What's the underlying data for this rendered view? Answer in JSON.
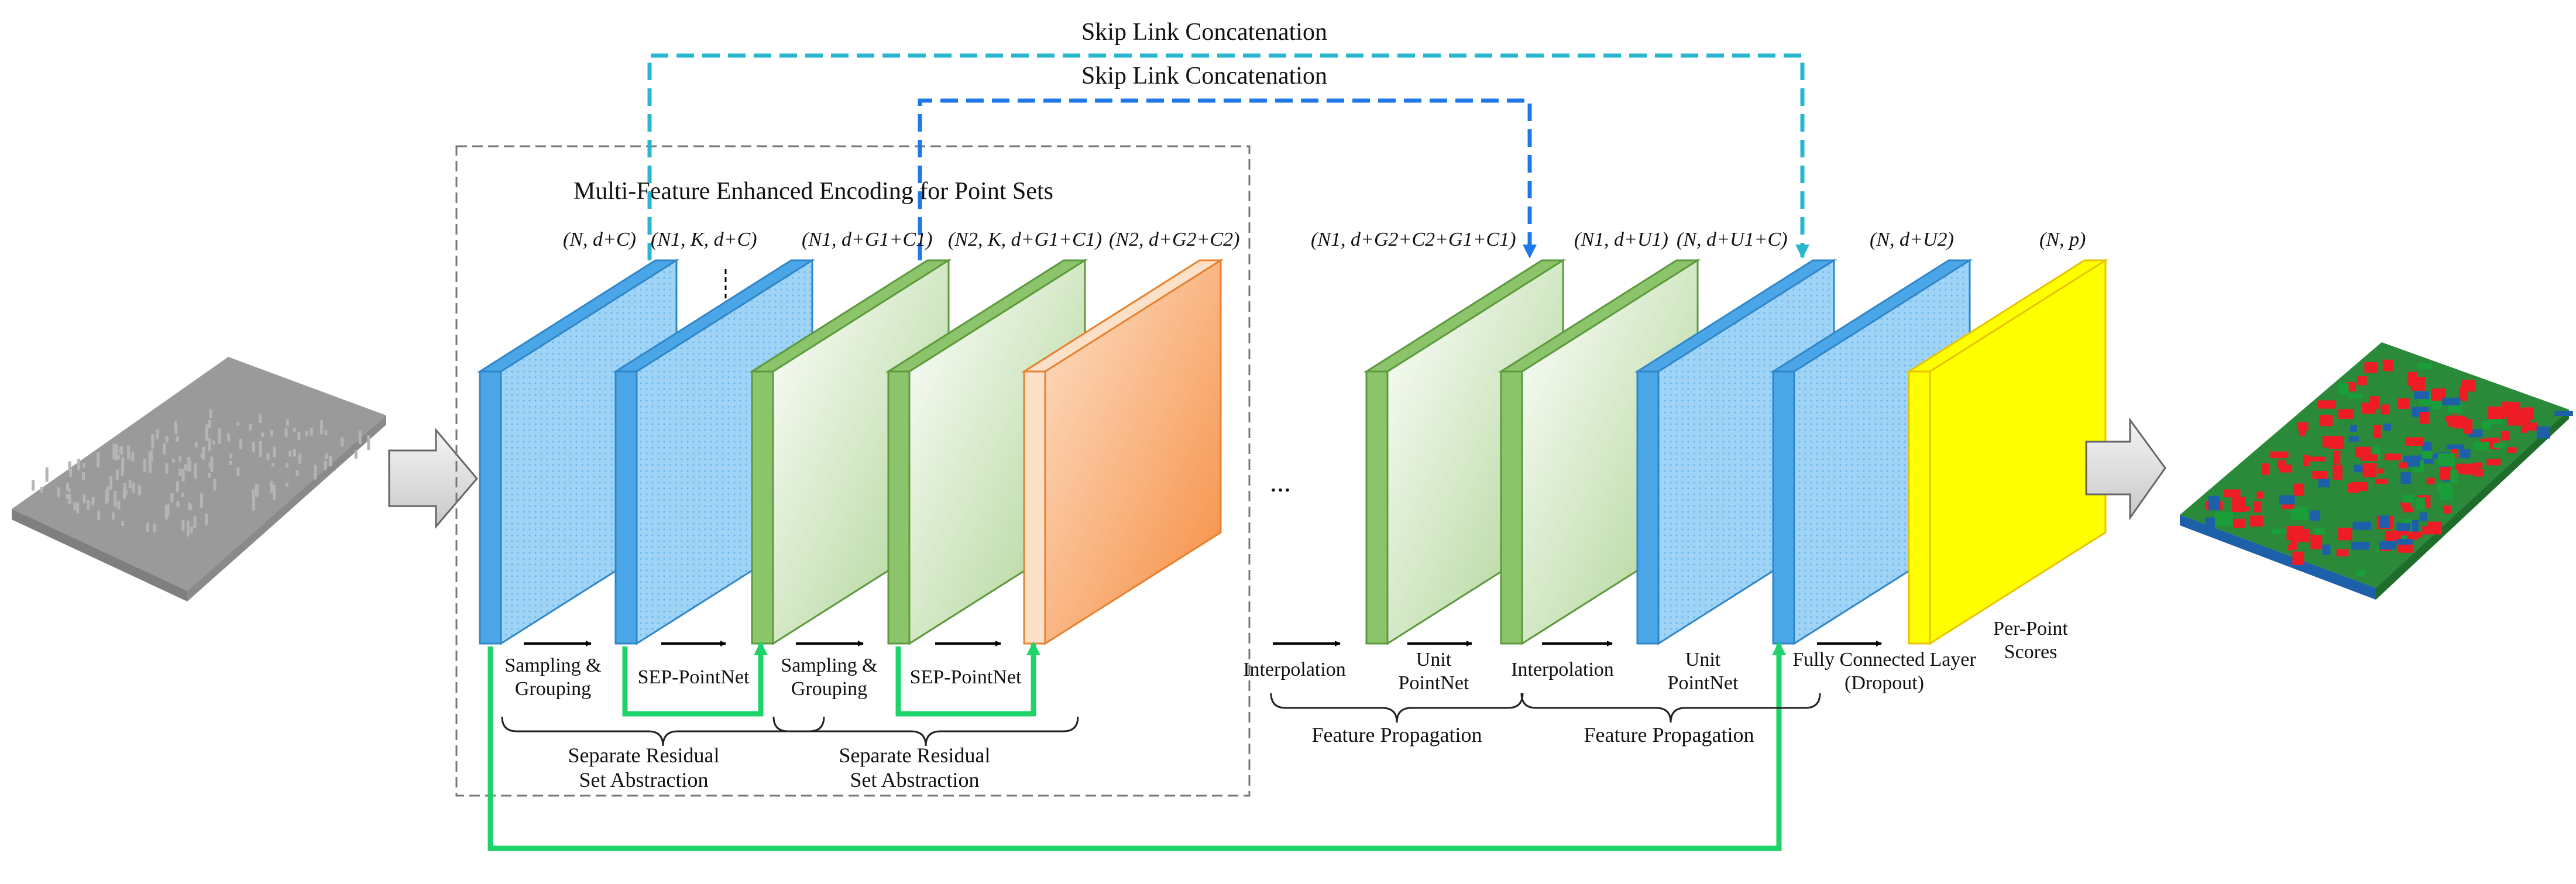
{
  "colors": {
    "blue_face": "#9fd4f7",
    "blue_side": "#4aa6e6",
    "green_face": "#cfe6b8",
    "purple_face": "#ece2f4",
    "orange_face": "#fbb27c",
    "yellow_face": "#ffea80",
    "output_yellow": "#ffff00",
    "skip_outer": "#29b7cf",
    "skip_inner": "#1e78e8",
    "residual": "#1fd36b"
  },
  "icons": [
    "input-point-cloud",
    "arrow-right-icon",
    "segmented-point-cloud"
  ],
  "skip": {
    "outer_label": "Skip Link Concatenation",
    "inner_label": "Skip Link Concatenation"
  },
  "encoder": {
    "title": "Multi-Feature Enhanced Encoding for Point Sets",
    "groups": [
      "Separate Residual\nSet Abstraction",
      "Separate Residual\nSet Abstraction"
    ]
  },
  "dims": [
    {
      "id": "d1",
      "text": "(N, d+C)"
    },
    {
      "id": "d2",
      "text": "(N1, K, d+C)"
    },
    {
      "id": "d3",
      "text": "(N1, d+G1+C1)"
    },
    {
      "id": "d4",
      "text": "(N2, K, d+G1+C1)"
    },
    {
      "id": "d5",
      "text": "(N2, d+G2+C2)"
    },
    {
      "id": "d6",
      "text": "(N1, d+G2+C2+G1+C1)"
    },
    {
      "id": "d7",
      "text": "(N1, d+U1)"
    },
    {
      "id": "d8",
      "text": "(N, d+U1+C)"
    },
    {
      "id": "d9",
      "text": "(N, d+U2)"
    },
    {
      "id": "d10",
      "text": "(N, p)"
    }
  ],
  "steps": {
    "s1": "Sampling &\nGrouping",
    "s2": "SEP-PointNet",
    "s3": "Sampling &\nGrouping",
    "s4": "SEP-PointNet",
    "s5": "Interpolation",
    "s6": "Unit\nPointNet",
    "s7": "Interpolation",
    "s8": "Unit\nPointNet",
    "s9": "Fully Connected Layer\n(Dropout)",
    "s10": "Per-Point\nScores"
  },
  "decoder_groups": [
    "Feature Propagation",
    "Feature Propagation"
  ],
  "ellipsis": "..."
}
